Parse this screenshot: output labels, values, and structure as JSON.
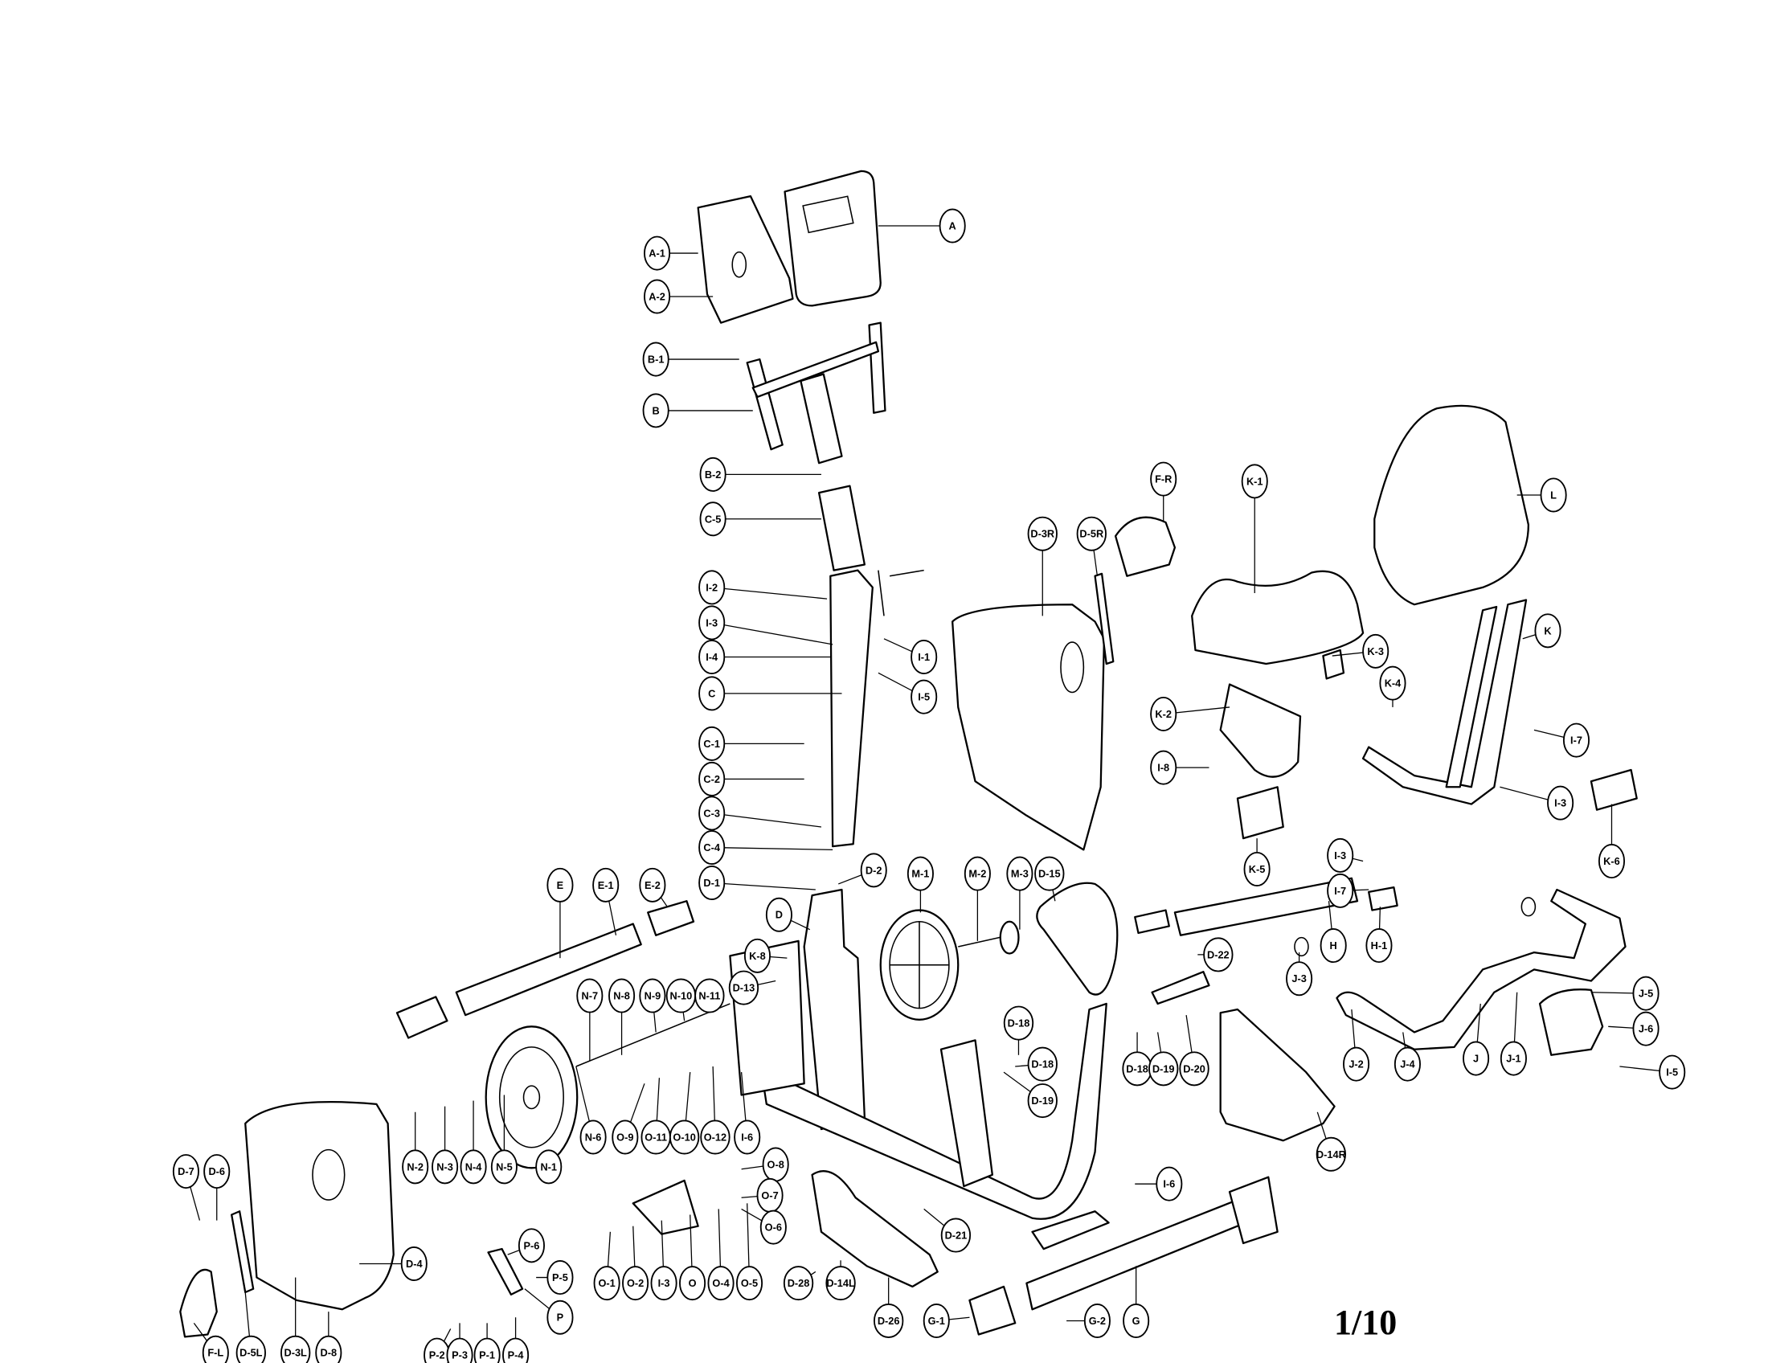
{
  "diagram": {
    "type": "exploded-parts-diagram",
    "page_number": "1/10",
    "callouts": [
      "A",
      "A-1",
      "A-2",
      "B-1",
      "B",
      "B-2",
      "C-5",
      "I-2",
      "I-3",
      "I-4",
      "I-1",
      "I-5",
      "C",
      "C-1",
      "C-2",
      "C-3",
      "C-4",
      "D-1",
      "D-2",
      "D",
      "K-8",
      "D-13",
      "M-1",
      "M-2",
      "M-3",
      "D-15",
      "E",
      "E-1",
      "E-2",
      "N-7",
      "N-8",
      "N-9",
      "N-10",
      "N-11",
      "N-6",
      "O-9",
      "O-11",
      "O-10",
      "O-12",
      "I-6",
      "N-2",
      "N-3",
      "N-4",
      "N-5",
      "N-1",
      "D-7",
      "D-6",
      "D-4",
      "O-8",
      "O-7",
      "O-6",
      "P-6",
      "P-5",
      "P",
      "O-1",
      "O-2",
      "I-3",
      "O",
      "O-4",
      "O-5",
      "D-28",
      "D-14L",
      "D-26",
      "G-1",
      "G-2",
      "G",
      "F-L",
      "D-5L",
      "D-3L",
      "D-8",
      "P-2",
      "P-3",
      "P-1",
      "P-4",
      "D-21",
      "I-6",
      "D-18",
      "D-18",
      "D-19",
      "D-18",
      "D-19",
      "D-20",
      "D-22",
      "D-14R",
      "J-3",
      "J-2",
      "J-4",
      "J",
      "J-1",
      "J-5",
      "J-6",
      "I-5",
      "H",
      "H-1",
      "K-5",
      "I-3",
      "I-7",
      "K-6",
      "I-3",
      "I-7",
      "K",
      "K-4",
      "K-3",
      "K-2",
      "I-8",
      "K-1",
      "L",
      "F-R",
      "D-3R",
      "D-5R"
    ]
  }
}
